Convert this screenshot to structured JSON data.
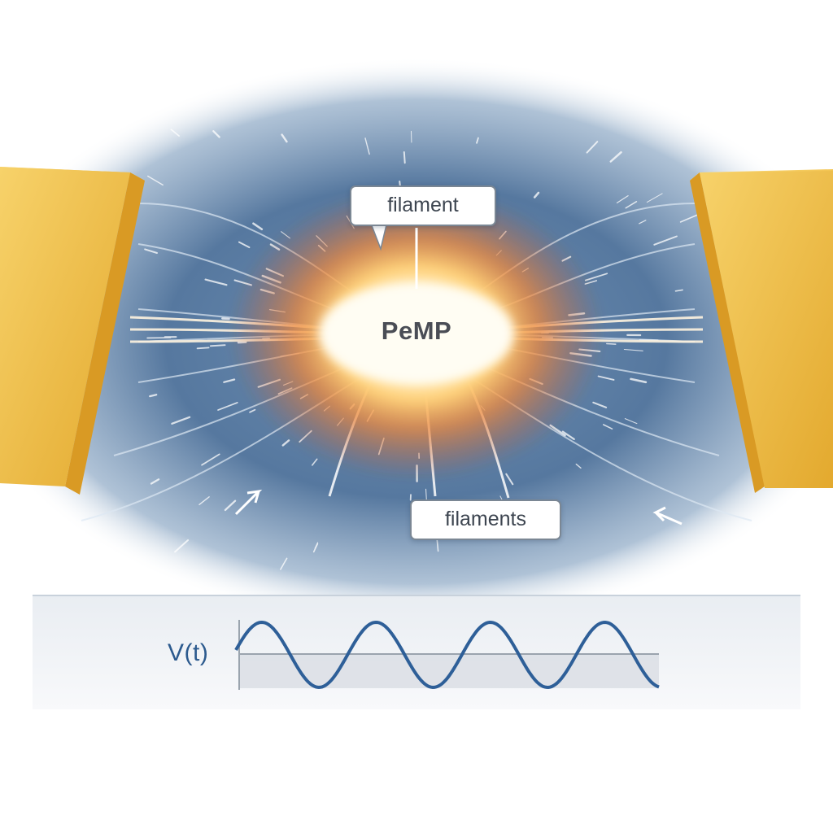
{
  "labels": {
    "top_callout": "filament",
    "bottom_callout": "filaments",
    "center": "PeMP",
    "signal": "V(t)"
  },
  "colors": {
    "electrode": "#f2c14a",
    "background_glow": "#4f6f93",
    "core_glow": "#fff6d8",
    "waveform": "#2e5f98"
  },
  "icons": [
    "left-electrode",
    "right-electrode",
    "plasma-core",
    "sine-wave"
  ]
}
